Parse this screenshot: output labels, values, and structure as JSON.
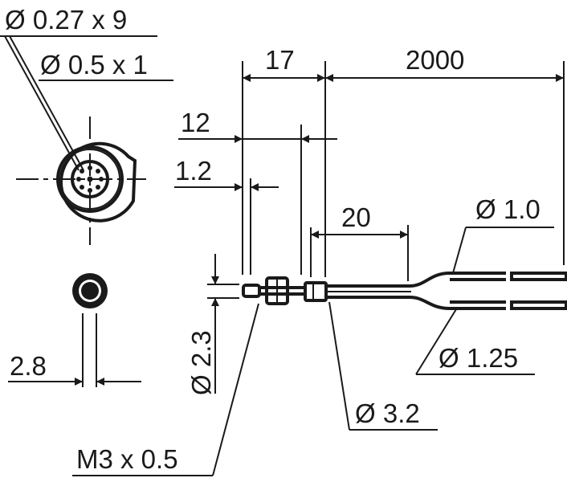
{
  "drawing": {
    "labels": {
      "fiber_core": "Ø 0.27 x 9",
      "fiber_bundle": "Ø 0.5 x 1",
      "tip_width": "2.8",
      "len_17": "17",
      "len_2000": "2000",
      "len_12": "12",
      "len_1_2": "1.2",
      "len_20": "20",
      "cable_1_0": "Ø 1.0",
      "cable_1_25": "Ø 1.25",
      "sleeve_3_2": "Ø 3.2",
      "tip_2_3": "Ø 2.3",
      "thread": "M3 x 0.5"
    }
  }
}
